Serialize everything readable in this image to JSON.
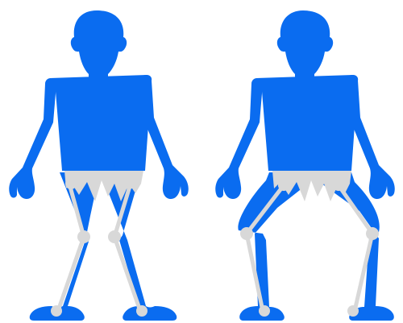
{
  "colors": {
    "body": "#0A6CF0",
    "skeleton": "#D8D8D8",
    "background": "#FFFFFF"
  },
  "figures": [
    {
      "id": "left",
      "pose": "knees-together",
      "icon": "human-figure-with-leg-skeleton-icon"
    },
    {
      "id": "right",
      "pose": "knees-apart",
      "icon": "human-figure-with-leg-skeleton-icon"
    }
  ]
}
